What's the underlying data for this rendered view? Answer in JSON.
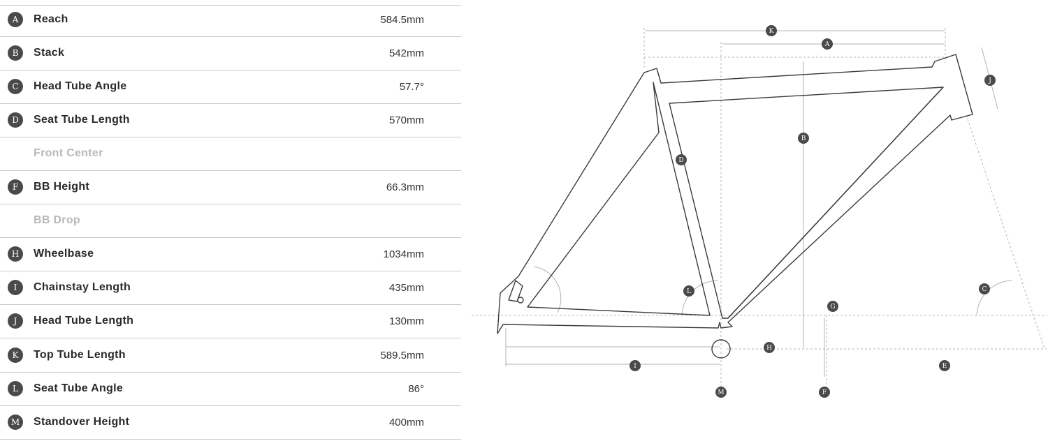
{
  "colors": {
    "badge": "#4a4a4a",
    "line": "#3a3a3a",
    "dim": "#b5b5b5",
    "muted_text": "#b8b8b8"
  },
  "geometry_table": [
    {
      "letter": "A",
      "label": "Reach",
      "value": "584.5mm"
    },
    {
      "letter": "B",
      "label": "Stack",
      "value": "542mm"
    },
    {
      "letter": "C",
      "label": "Head Tube Angle",
      "value": "57.7°"
    },
    {
      "letter": "D",
      "label": "Seat Tube Length",
      "value": "570mm"
    },
    {
      "letter": "",
      "label": "Front Center",
      "value": ""
    },
    {
      "letter": "F",
      "label": "BB Height",
      "value": "66.3mm"
    },
    {
      "letter": "",
      "label": "BB Drop",
      "value": ""
    },
    {
      "letter": "H",
      "label": "Wheelbase",
      "value": "1034mm"
    },
    {
      "letter": "I",
      "label": "Chainstay Length",
      "value": "435mm"
    },
    {
      "letter": "J",
      "label": "Head Tube Length",
      "value": "130mm"
    },
    {
      "letter": "K",
      "label": "Top Tube Length",
      "value": "589.5mm"
    },
    {
      "letter": "L",
      "label": "Seat Tube Angle",
      "value": "86°"
    },
    {
      "letter": "M",
      "label": "Standover Height",
      "value": "400mm"
    }
  ],
  "diagram_markers": [
    "K",
    "A",
    "J",
    "B",
    "D",
    "L",
    "C",
    "G",
    "H",
    "I",
    "E",
    "M",
    "F"
  ]
}
